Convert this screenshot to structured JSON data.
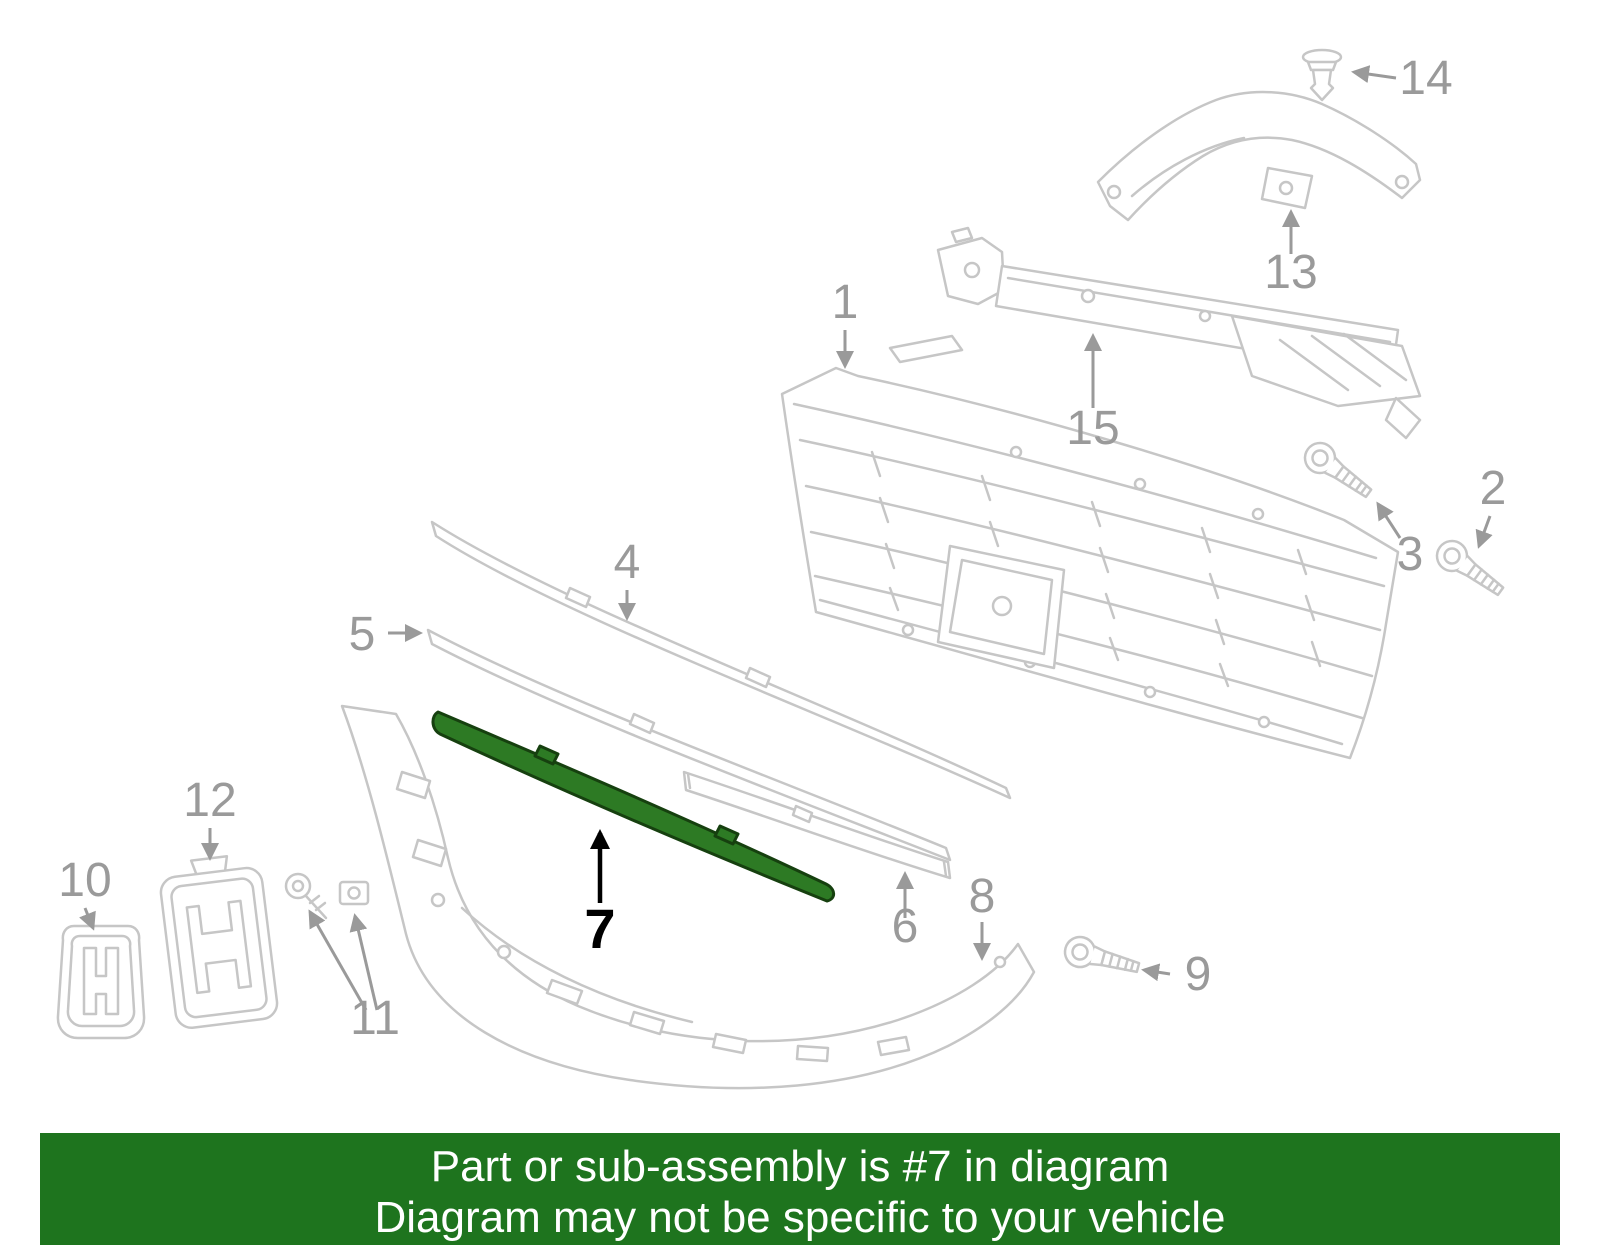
{
  "banner": {
    "line1": "Part or sub-assembly is #7 in diagram",
    "line2": "Diagram may not be specific to your vehicle",
    "bg_color": "#1e741e",
    "text_color": "#ffffff"
  },
  "diagram": {
    "type": "exploded-parts-diagram",
    "highlighted_callout": "7",
    "highlight_color": "#2d7a24",
    "line_color": "#c6c6c6",
    "callout_color": "#9a9a9a",
    "icons": {
      "honda_h_emblem": "H-outline-shape",
      "arrowhead": "solid-triangle"
    },
    "callouts": [
      {
        "label": "1"
      },
      {
        "label": "2"
      },
      {
        "label": "3"
      },
      {
        "label": "4"
      },
      {
        "label": "5"
      },
      {
        "label": "6"
      },
      {
        "label": "7"
      },
      {
        "label": "8"
      },
      {
        "label": "9"
      },
      {
        "label": "10"
      },
      {
        "label": "11"
      },
      {
        "label": "12"
      },
      {
        "label": "13"
      },
      {
        "label": "14"
      },
      {
        "label": "15"
      }
    ]
  }
}
